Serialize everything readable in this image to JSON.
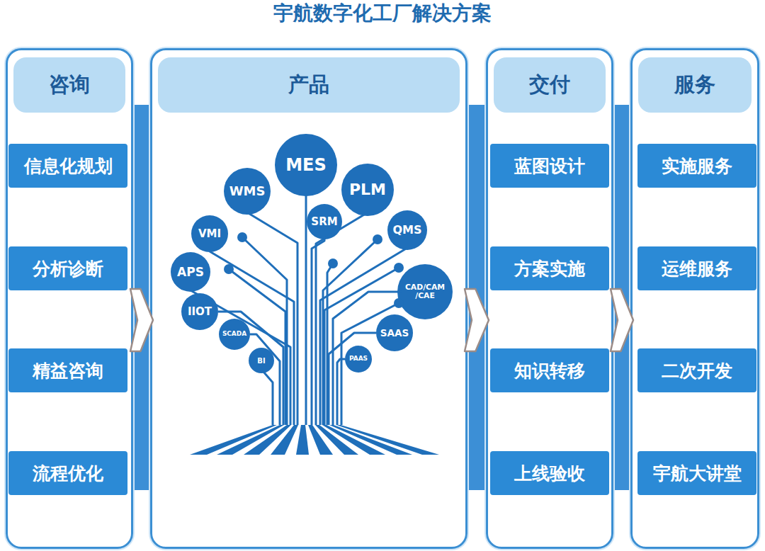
{
  "diagram": {
    "title": "宇航数字化工厂解决方案",
    "nodes": [
      {
        "text": [
          "咨询"
        ]
      },
      {
        "text": [
          "信息化规划"
        ],
        "in": 0
      },
      {
        "text": [
          "分析诊断"
        ],
        "in": 0
      },
      {
        "text": [
          "精益咨询"
        ],
        "in": 0
      },
      {
        "text": [
          "流程优化"
        ],
        "in": 0
      },
      {
        "text": [
          "产品"
        ]
      },
      {
        "text": [
          "MES"
        ],
        "in": 5
      },
      {
        "text": [
          "WMS"
        ],
        "in": 5
      },
      {
        "text": [
          "PLM"
        ],
        "in": 5
      },
      {
        "text": [
          "SRM"
        ],
        "in": 5
      },
      {
        "text": [
          "QMS"
        ],
        "in": 5
      },
      {
        "text": [
          "VMI"
        ],
        "in": 5
      },
      {
        "text": [
          "APS"
        ],
        "in": 5
      },
      {
        "text": [
          "CAD/CAM /CAE"
        ],
        "in": 5
      },
      {
        "text": [
          "IIOT"
        ],
        "in": 5
      },
      {
        "text": [
          "SCADA"
        ],
        "in": 5
      },
      {
        "text": [
          "SAAS"
        ],
        "in": 5
      },
      {
        "text": [
          "BI"
        ],
        "in": 5
      },
      {
        "text": [
          "PAAS"
        ],
        "in": 5
      },
      {
        "text": [
          "交付"
        ]
      },
      {
        "text": [
          "蓝图设计"
        ],
        "in": 19
      },
      {
        "text": [
          "方案实施"
        ],
        "in": 19
      },
      {
        "text": [
          "知识转移"
        ],
        "in": 19
      },
      {
        "text": [
          "上线验收"
        ],
        "in": 19
      },
      {
        "text": [
          "服务"
        ]
      },
      {
        "text": [
          "实施服务"
        ],
        "in": 24
      },
      {
        "text": [
          "运维服务"
        ],
        "in": 24
      },
      {
        "text": [
          "二次开发"
        ],
        "in": 24
      },
      {
        "text": [
          "宇航大讲堂"
        ],
        "in": 24
      }
    ],
    "edges": [
      {
        "from": 0,
        "to": 5,
        "arrow": "to"
      },
      {
        "from": 5,
        "to": 19,
        "arrow": "to"
      },
      {
        "from": 19,
        "to": 24,
        "arrow": "to"
      }
    ]
  }
}
